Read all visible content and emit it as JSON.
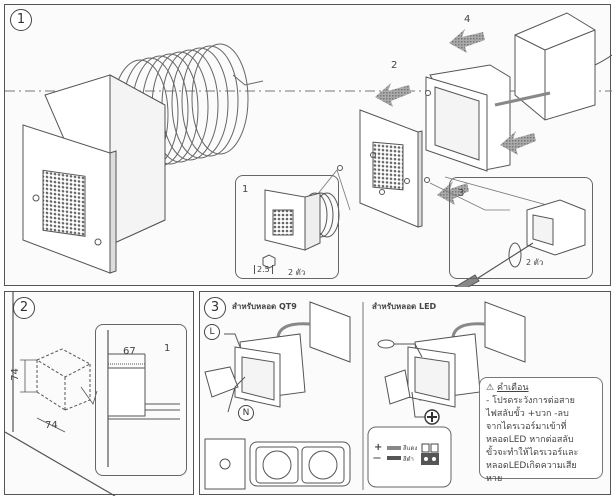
{
  "panel1": {
    "step": "1",
    "arrow_labels": [
      "4",
      "2"
    ],
    "inset1": {
      "step": "1",
      "hex_size": "2.5",
      "screw_count": "2 ตัว"
    },
    "inset3": {
      "step": "3",
      "screw_count": "2 ตัว"
    }
  },
  "panel2": {
    "step": "2",
    "dim_height": "74",
    "dim_width": "74",
    "detail": {
      "label": "1",
      "depth": "67"
    }
  },
  "panel3": {
    "step": "3",
    "qt9_title": "สำหรับหลอด QT9",
    "led_title": "สำหรับหลอด LED",
    "label_L": "L",
    "label_N": "N",
    "plus_symbol": "+",
    "legend": {
      "plus_sign": "+",
      "minus_sign": "—",
      "plus_label": "สีแดง",
      "minus_label": "สีดำ"
    },
    "warning": {
      "icon": "warning-triangle-icon",
      "title": "คำเตือน",
      "lines": [
        "- โปรดระวังการต่อสาย",
        "ไฟสลับขั้ว +บวก -ลบ",
        "จากไดรเวอร์มาเข้าที่",
        "หลอดLED หากต่อสลับ",
        "ขั้วจะทำให้ไดรเวอร์และ",
        "หลอดLEDเกิดความเสีย",
        "หาย"
      ]
    }
  }
}
